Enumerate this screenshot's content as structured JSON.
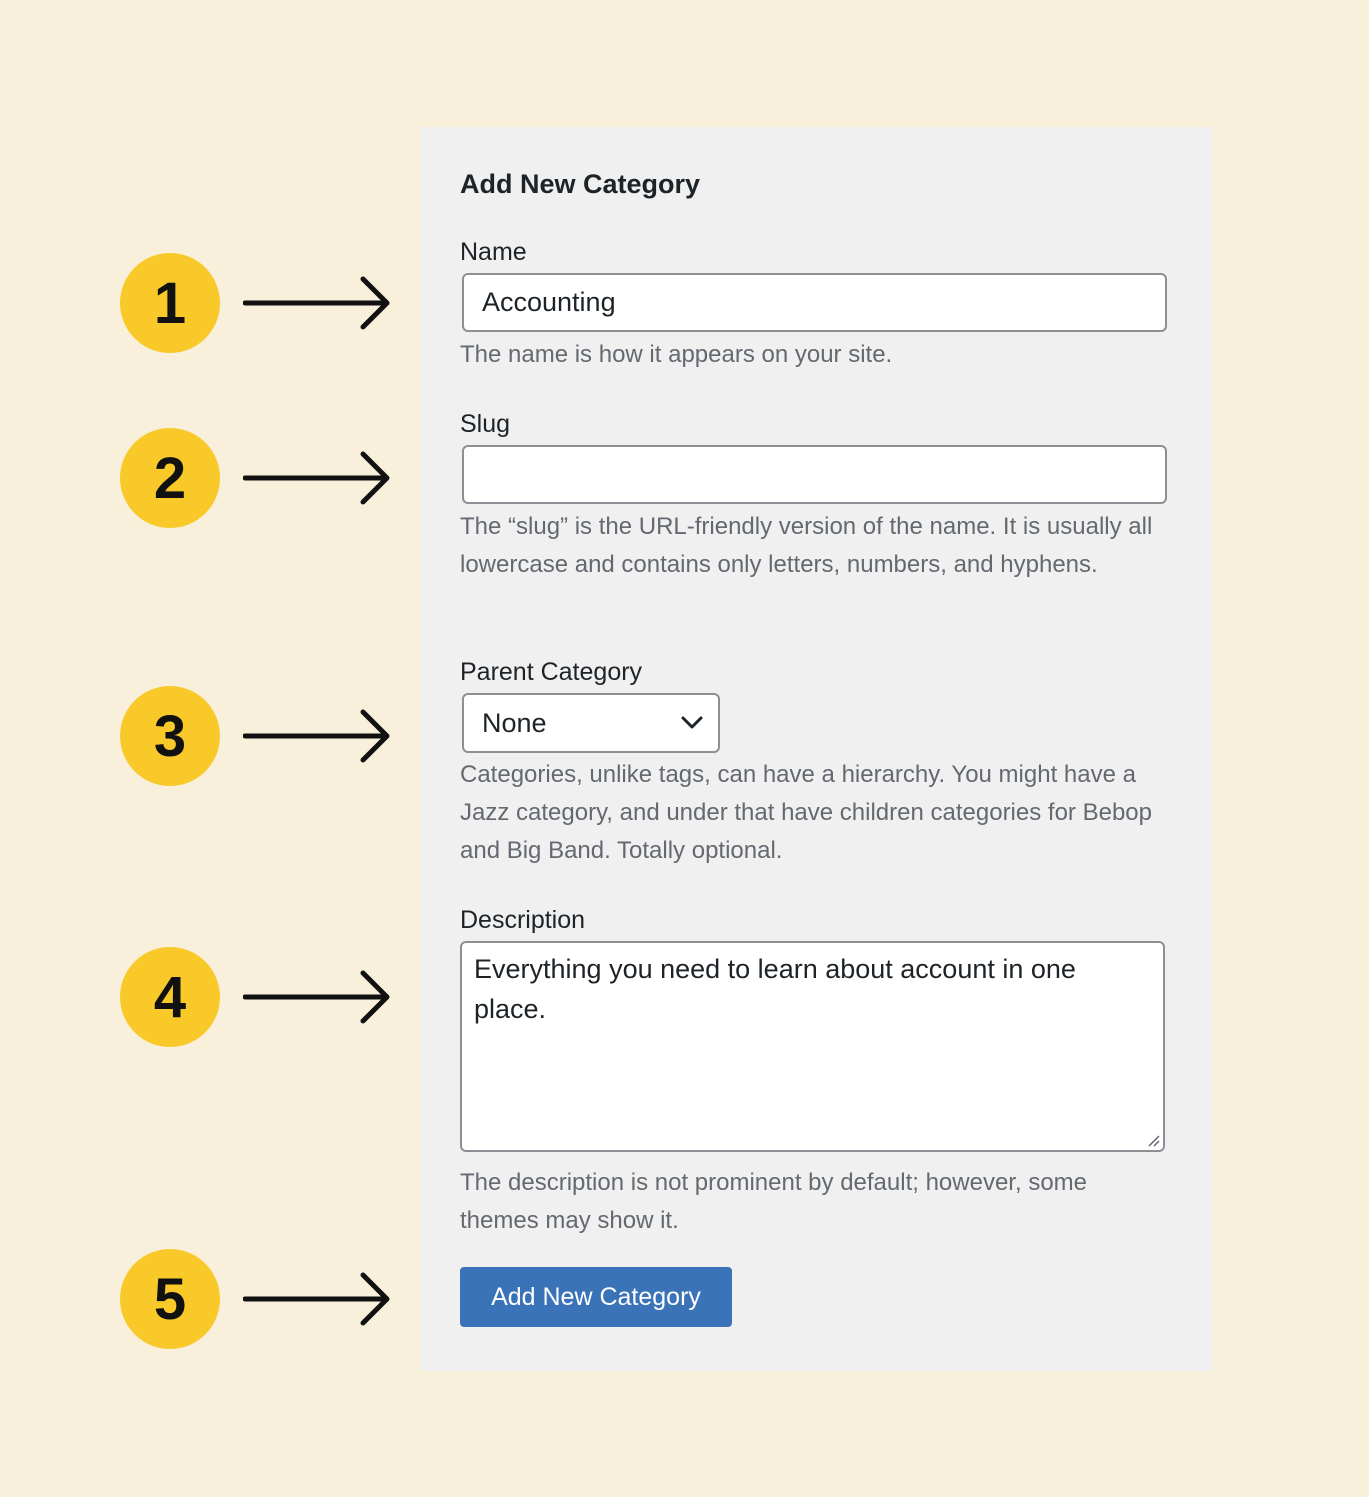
{
  "form": {
    "heading": "Add New Category",
    "name": {
      "label": "Name",
      "value": "Accounting",
      "help": "The name is how it appears on your site."
    },
    "slug": {
      "label": "Slug",
      "value": "",
      "help": "The “slug” is the URL-friendly version of the name. It is usually all lowercase and contains only letters, numbers, and hyphens."
    },
    "parent": {
      "label": "Parent Category",
      "selected": "None",
      "help": "Categories, unlike tags, can have a hierarchy. You might have a Jazz category, and under that have children categories for Bebop and Big Band. Totally optional."
    },
    "description": {
      "label": "Description",
      "value": "Everything you need to learn about account in one place.",
      "help": "The description is not prominent by default; however, some themes may show it."
    },
    "submit_label": "Add New Category"
  },
  "markers": [
    "1",
    "2",
    "3",
    "4",
    "5"
  ],
  "colors": {
    "background": "#f8f0da",
    "panel": "#f0f0f1",
    "marker": "#f8c928",
    "primary_button": "#3b73b9"
  }
}
